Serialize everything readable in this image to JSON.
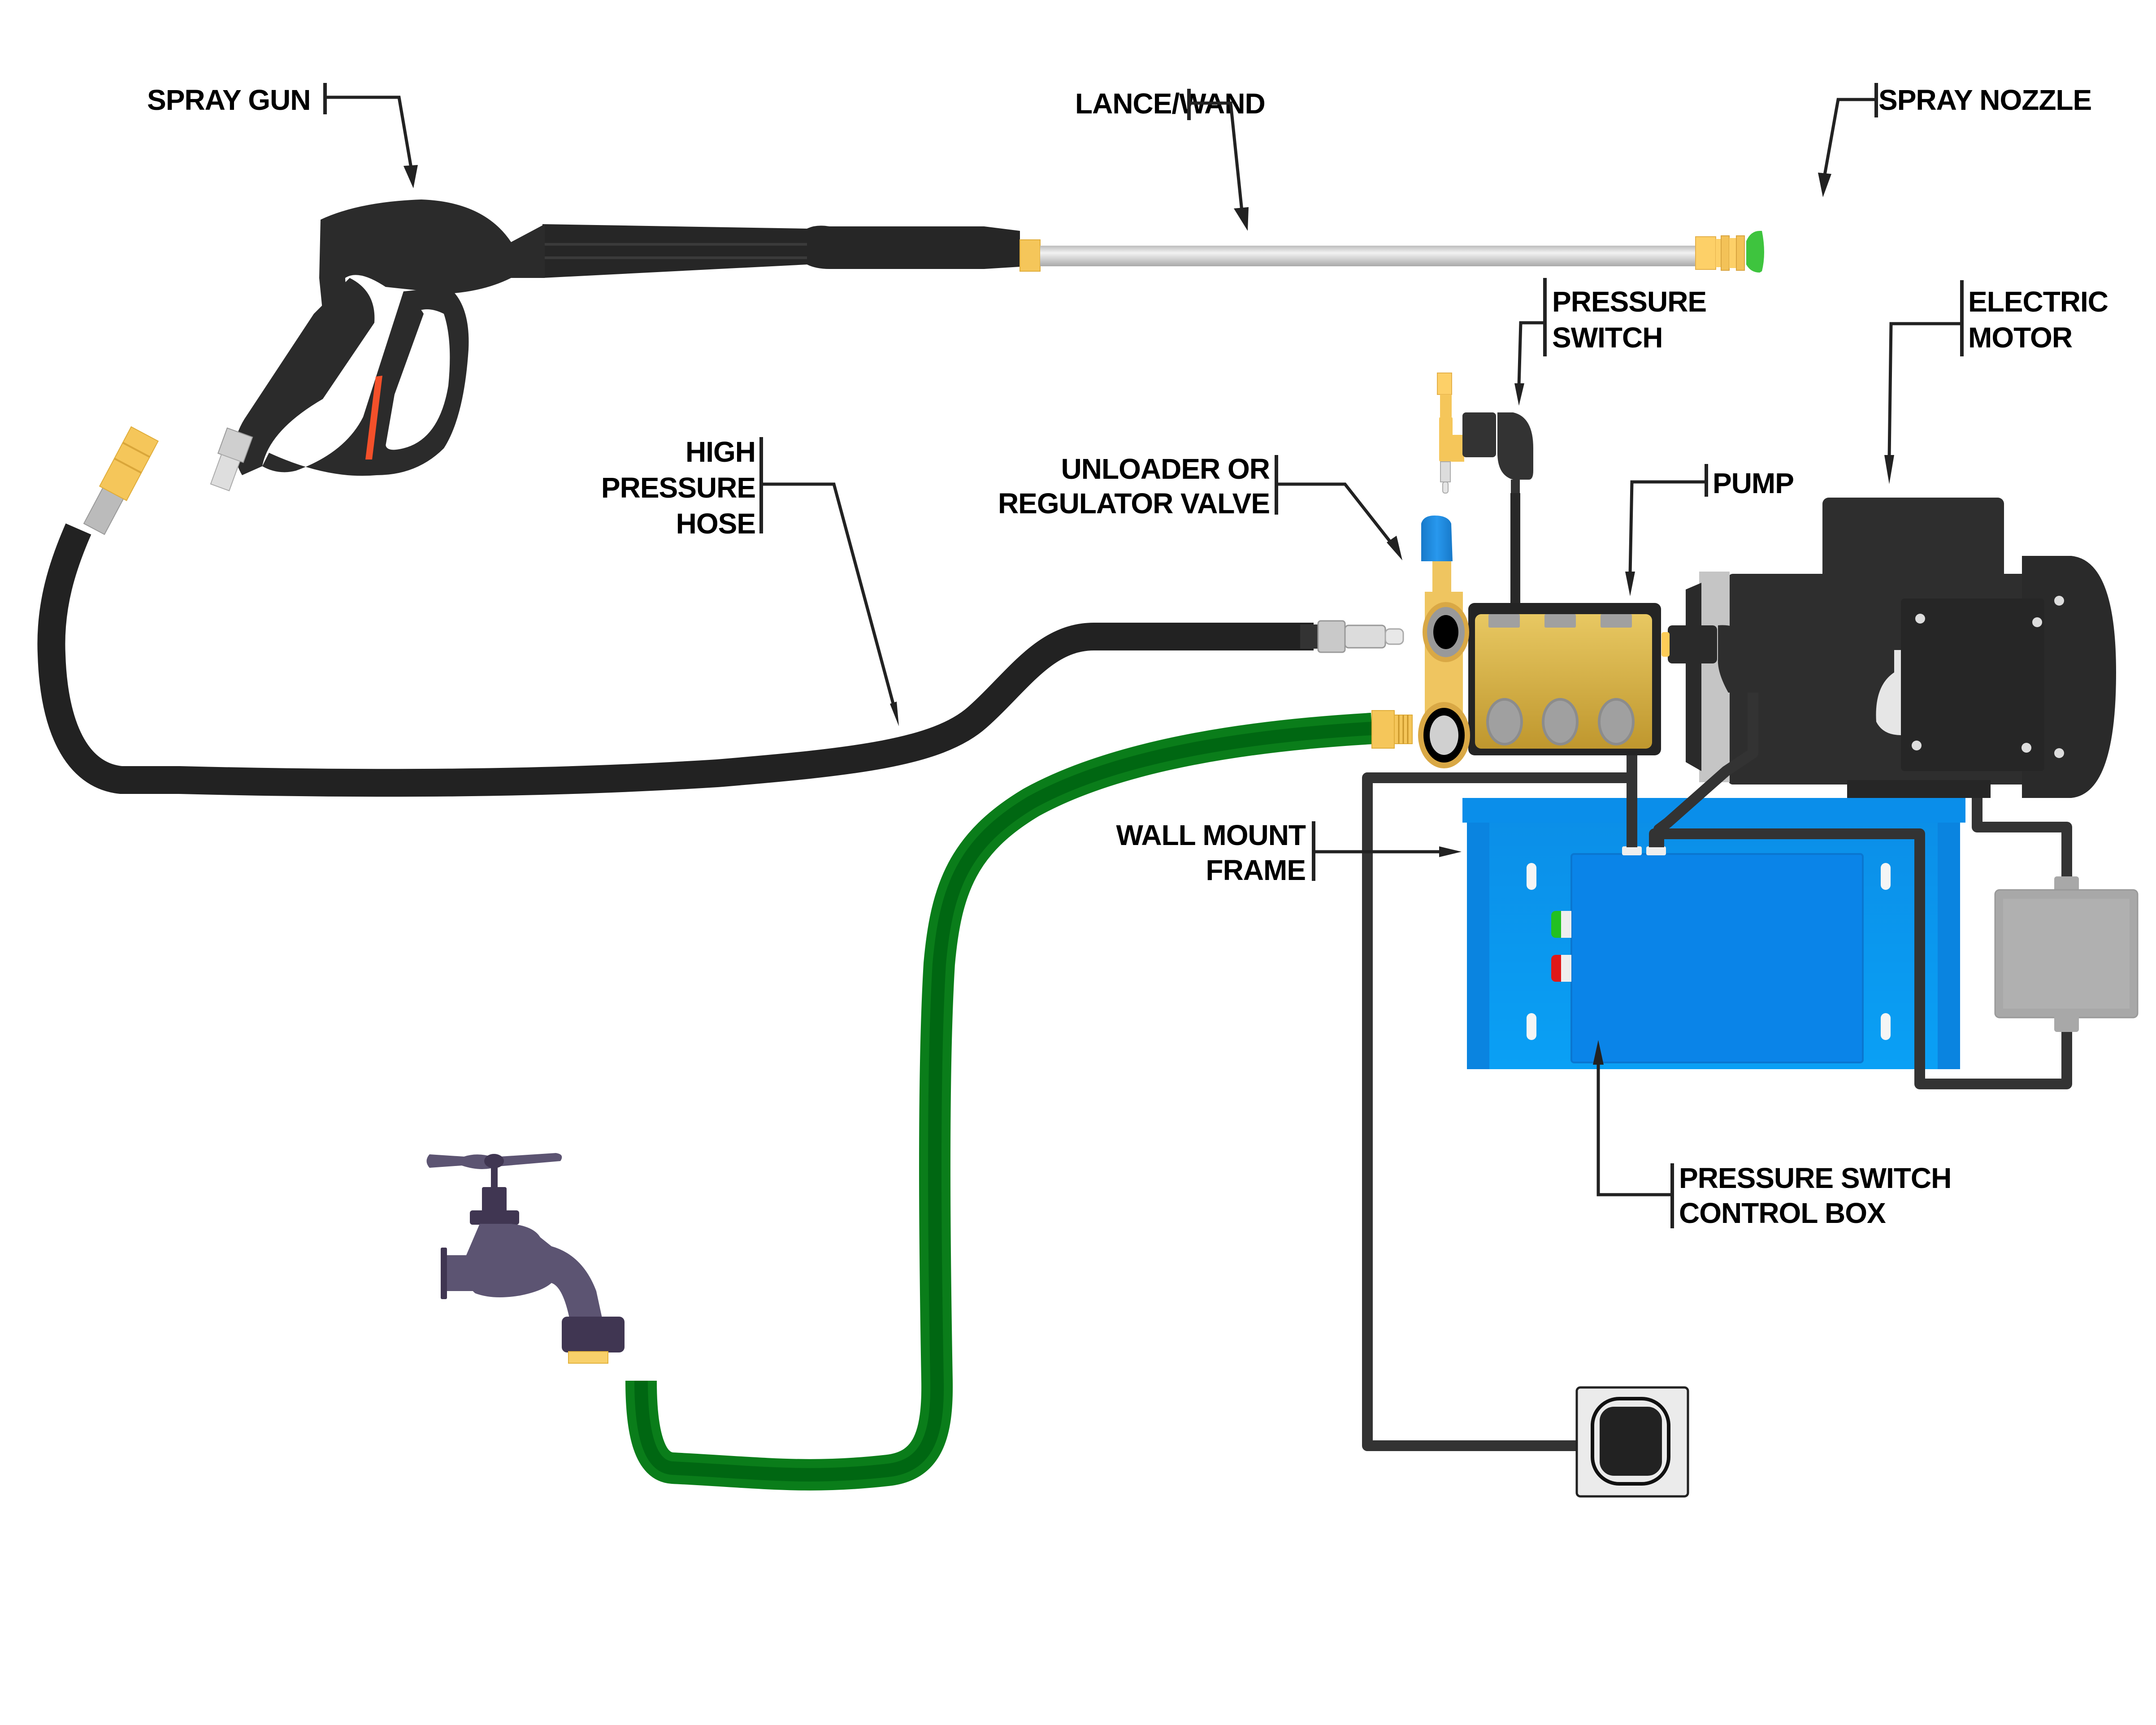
{
  "title": "Pressure Washer System Components",
  "colors": {
    "background": "#ffffff",
    "label_text": "#000000",
    "leader_line": "#222222",
    "gun_body": "#2b2b2b",
    "trigger_accent": "#f4502a",
    "brass": "#f5c65a",
    "lance_silver": "#d9d9d9",
    "nozzle_green": "#3ec43e",
    "unloader_blue": "#1e88e5",
    "pump_brass": "#d9b24a",
    "motor_dark": "#2e2e2e",
    "frame_blue": "#0a96ef",
    "control_box_blue": "#0a84e8",
    "garden_hose_green": "#0a7d1a",
    "faucet_purple": "#5c5472",
    "power_cable": "#333333",
    "button_green": "#22c022",
    "button_red": "#e01818",
    "junction_grey": "#a8a8a8"
  },
  "labels": {
    "spray_gun": [
      "SPRAY  GUN"
    ],
    "lance_wand": [
      "LANCE/WAND"
    ],
    "spray_nozzle": [
      "SPRAY NOZZLE"
    ],
    "pressure_switch": [
      "PRESSURE",
      "SWITCH"
    ],
    "electric_motor": [
      "ELECTRIC",
      "MOTOR"
    ],
    "high_pressure_hose": [
      "HIGH",
      "PRESSURE",
      "HOSE"
    ],
    "unloader_valve": [
      "UNLOADER  OR",
      "REGULATOR  VALVE"
    ],
    "pump": [
      "PUMP"
    ],
    "wall_mount_frame": [
      "WALL  MOUNT",
      "FRAME"
    ],
    "control_box": [
      "PRESSURE SWITCH",
      "CONTROL BOX"
    ]
  },
  "components": [
    {
      "id": "spray-gun",
      "name": "Spray Gun"
    },
    {
      "id": "lance-wand",
      "name": "Lance/Wand"
    },
    {
      "id": "spray-nozzle",
      "name": "Spray Nozzle"
    },
    {
      "id": "pressure-switch",
      "name": "Pressure Switch"
    },
    {
      "id": "electric-motor",
      "name": "Electric Motor"
    },
    {
      "id": "high-pressure-hose",
      "name": "High Pressure Hose"
    },
    {
      "id": "unloader-valve",
      "name": "Unloader or Regulator Valve"
    },
    {
      "id": "pump",
      "name": "Pump"
    },
    {
      "id": "wall-mount-frame",
      "name": "Wall Mount Frame"
    },
    {
      "id": "control-box",
      "name": "Pressure Switch Control Box"
    },
    {
      "id": "water-faucet",
      "name": "Water Faucet"
    },
    {
      "id": "garden-hose",
      "name": "Garden Hose"
    },
    {
      "id": "wall-outlet",
      "name": "Wall Outlet"
    }
  ]
}
